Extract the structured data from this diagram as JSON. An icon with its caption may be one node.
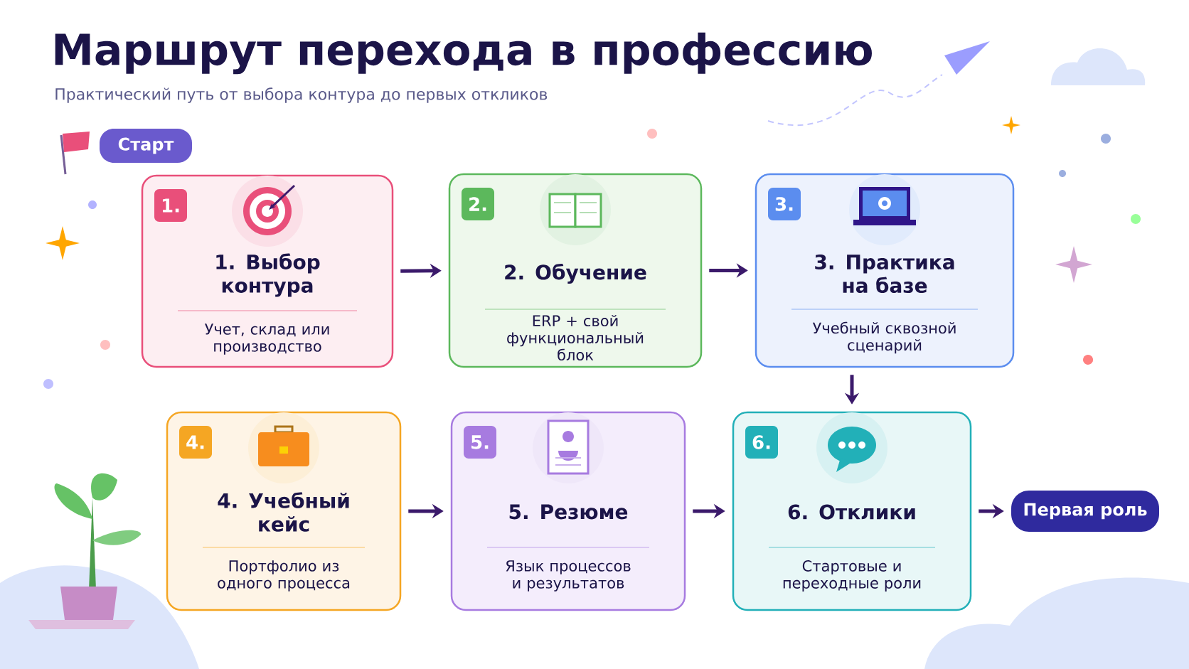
{
  "diagram": {
    "title": "Маршрут перехода в профессию",
    "nodes": [
      {
        "text": [
          "Старт"
        ]
      },
      {
        "text": [
          "1.",
          "1. Выбор контура",
          "Учет, склад или производство"
        ]
      },
      {
        "text": [
          "2.",
          "2. Обучение",
          "ERP + свой функциональный блок"
        ]
      },
      {
        "text": [
          "3.",
          "3. Практика на базе",
          "Учебный сквозной сценарий"
        ]
      },
      {
        "text": [
          "4.",
          "4. Учебный кейс",
          "Портфолио из одного процесса"
        ]
      },
      {
        "text": [
          "5.",
          "5. Резюме",
          "Язык процессов и результатов"
        ]
      },
      {
        "text": [
          "6.",
          "6. Отклики",
          "Стартовые и переходные роли"
        ]
      },
      {
        "text": [
          "Первая роль"
        ]
      }
    ],
    "edges": [
      {
        "from": 1,
        "to": 2,
        "arrow": "to"
      },
      {
        "from": 2,
        "to": 3,
        "arrow": "to"
      },
      {
        "from": 3,
        "to": 6,
        "arrow": "to"
      },
      {
        "from": 4,
        "to": 5,
        "arrow": "to"
      },
      {
        "from": 5,
        "to": 6,
        "arrow": "to"
      },
      {
        "from": 6,
        "to": 7,
        "arrow": "to"
      }
    ],
    "labels": [
      "Практический путь от выбора контура до первых откликов"
    ]
  }
}
